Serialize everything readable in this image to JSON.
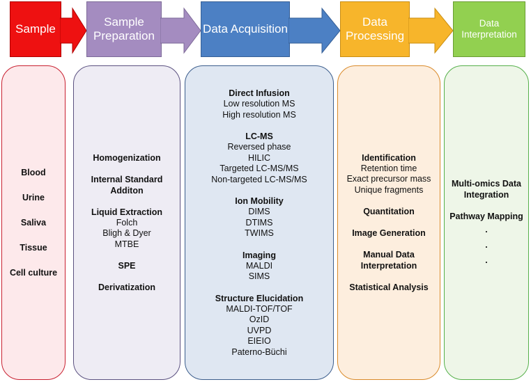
{
  "stages": [
    {
      "label": "Sample",
      "color": "#ee1111"
    },
    {
      "label": "Sample Preparation",
      "color": "#a48cc0"
    },
    {
      "label": "Data Acquisition",
      "color": "#4c80c4"
    },
    {
      "label": "Data Processing",
      "color": "#f7b52b"
    },
    {
      "label": "Data Interpretation",
      "color": "#92d050"
    }
  ],
  "columns": {
    "sample": {
      "groups": [
        {
          "title": "Blood",
          "items": []
        },
        {
          "title": "Urine",
          "items": []
        },
        {
          "title": "Saliva",
          "items": []
        },
        {
          "title": "Tissue",
          "items": []
        },
        {
          "title": "Cell culture",
          "items": []
        }
      ]
    },
    "preparation": {
      "groups": [
        {
          "title": "Homogenization",
          "items": []
        },
        {
          "title": "Internal Standard Additon",
          "items": []
        },
        {
          "title": "Liquid Extraction",
          "items": [
            "Folch",
            "Bligh & Dyer",
            "MTBE"
          ]
        },
        {
          "title": "SPE",
          "items": []
        },
        {
          "title": "Derivatization",
          "items": []
        }
      ]
    },
    "acquisition": {
      "groups": [
        {
          "title": "Direct Infusion",
          "items": [
            "Low resolution MS",
            "High resolution MS"
          ]
        },
        {
          "title": "LC-MS",
          "items": [
            "Reversed phase",
            "HILIC",
            "Targeted LC-MS/MS",
            "Non-targeted LC-MS/MS"
          ]
        },
        {
          "title": "Ion Mobility",
          "items": [
            "DIMS",
            "DTIMS",
            "TWIMS"
          ]
        },
        {
          "title": "Imaging",
          "items": [
            "MALDI",
            "SIMS"
          ]
        },
        {
          "title": "Structure Elucidation",
          "items": [
            "MALDI-TOF/TOF",
            "OzID",
            "UVPD",
            "EIEIO",
            "Paterno-Büchi"
          ]
        }
      ]
    },
    "processing": {
      "groups": [
        {
          "title": "Identification",
          "items": [
            "Retention time",
            "Exact precursor mass",
            "Unique fragments"
          ]
        },
        {
          "title": "Quantitation",
          "items": []
        },
        {
          "title": "Image Generation",
          "items": []
        },
        {
          "title": "Manual Data Interpretation",
          "items": []
        },
        {
          "title": "Statistical Analysis",
          "items": []
        }
      ]
    },
    "interpretation": {
      "groups": [
        {
          "title": "Multi-omics Data Integration",
          "items": []
        },
        {
          "title": "Pathway Mapping",
          "items": [
            ".",
            ".",
            "."
          ]
        }
      ]
    }
  }
}
